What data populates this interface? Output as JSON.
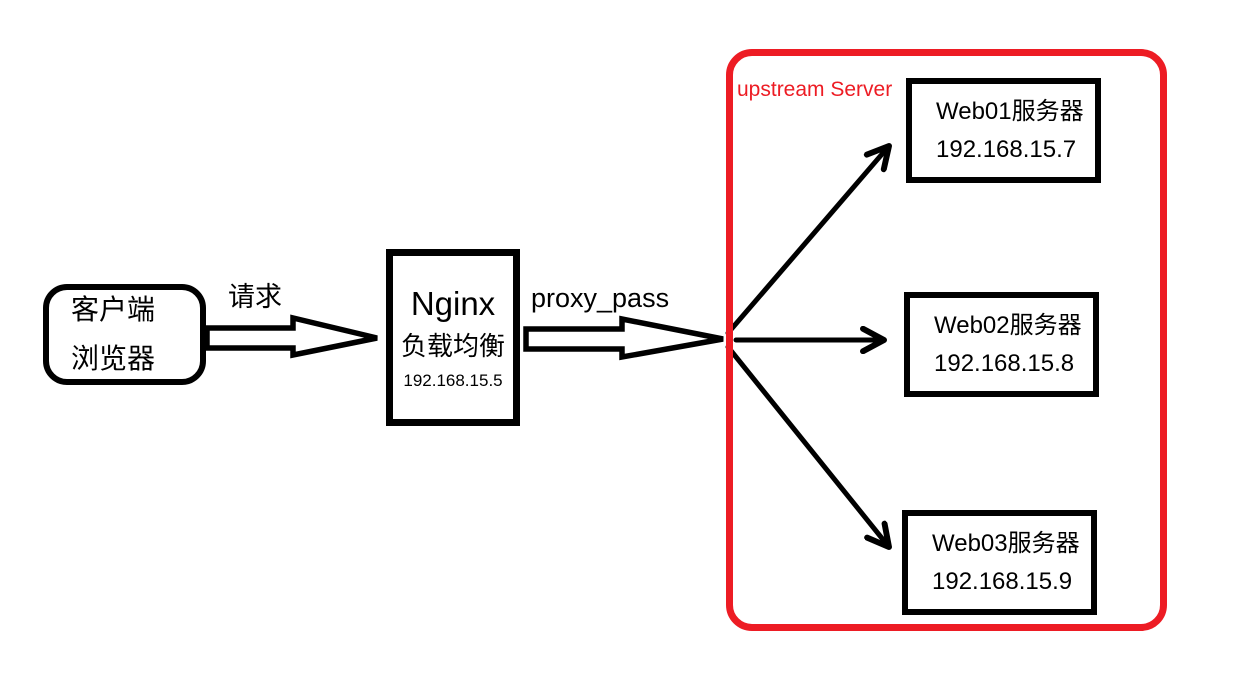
{
  "diagram": {
    "client": {
      "line1": "客户端",
      "line2": "浏览器"
    },
    "request_label": "请求",
    "nginx": {
      "title": "Nginx",
      "subtitle": "负载均衡",
      "ip": "192.168.15.5"
    },
    "proxy_label": "proxy_pass",
    "upstream": {
      "label": "upstream Server",
      "servers": [
        {
          "name": "Web01服务器",
          "ip": "192.168.15.7"
        },
        {
          "name": "Web02服务器",
          "ip": "192.168.15.8"
        },
        {
          "name": "Web03服务器",
          "ip": "192.168.15.9"
        }
      ]
    },
    "colors": {
      "line": "#000000",
      "upstream_border": "#ed1c24",
      "upstream_text": "#ed1c24",
      "background": "#ffffff"
    }
  }
}
